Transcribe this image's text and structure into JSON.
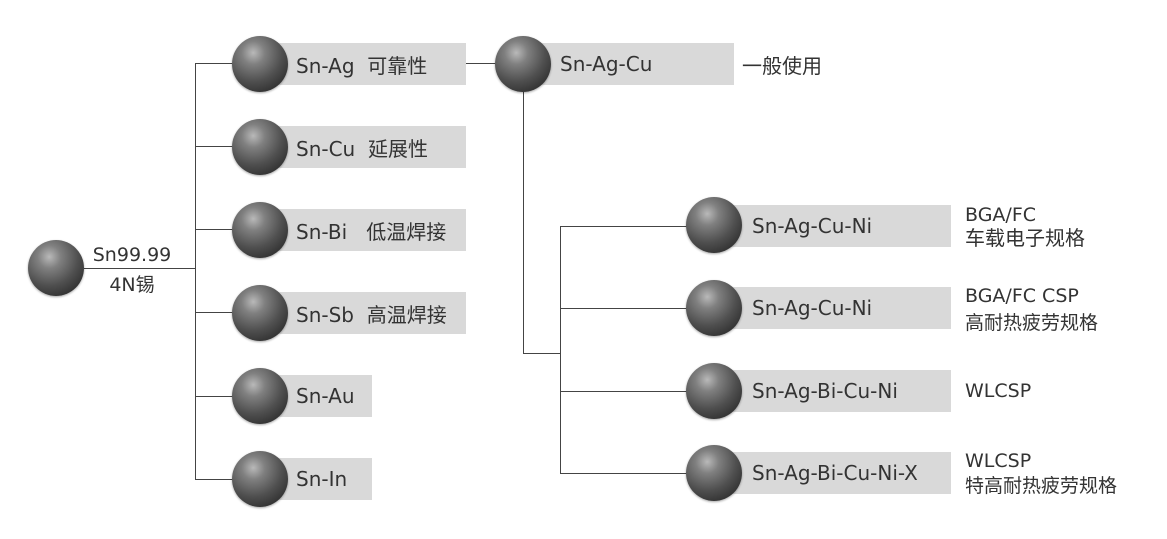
{
  "root": {
    "line1": "Sn99.99",
    "line2": "4N锡"
  },
  "level1": [
    {
      "label": "Sn-Ag  可靠性"
    },
    {
      "label": "Sn-Cu  延展性"
    },
    {
      "label": "Sn-Bi   低温焊接"
    },
    {
      "label": "Sn-Sb  高温焊接"
    },
    {
      "label": "Sn-Au"
    },
    {
      "label": "Sn-In"
    }
  ],
  "level2": {
    "label": "Sn-Ag-Cu",
    "note": "一般使用"
  },
  "level3": [
    {
      "label": "Sn-Ag-Cu-Ni",
      "note_line1": "BGA/FC",
      "note_line2": "车载电子规格"
    },
    {
      "label": "Sn-Ag-Cu-Ni",
      "note_line1": "BGA/FC CSP",
      "note_line2": "高耐热疲劳规格"
    },
    {
      "label": "Sn-Ag-Bi-Cu-Ni",
      "note_line1": "WLCSP",
      "note_line2": ""
    },
    {
      "label": "Sn-Ag-Bi-Cu-Ni-X",
      "note_line1": "WLCSP",
      "note_line2": "特高耐热疲劳规格"
    }
  ]
}
